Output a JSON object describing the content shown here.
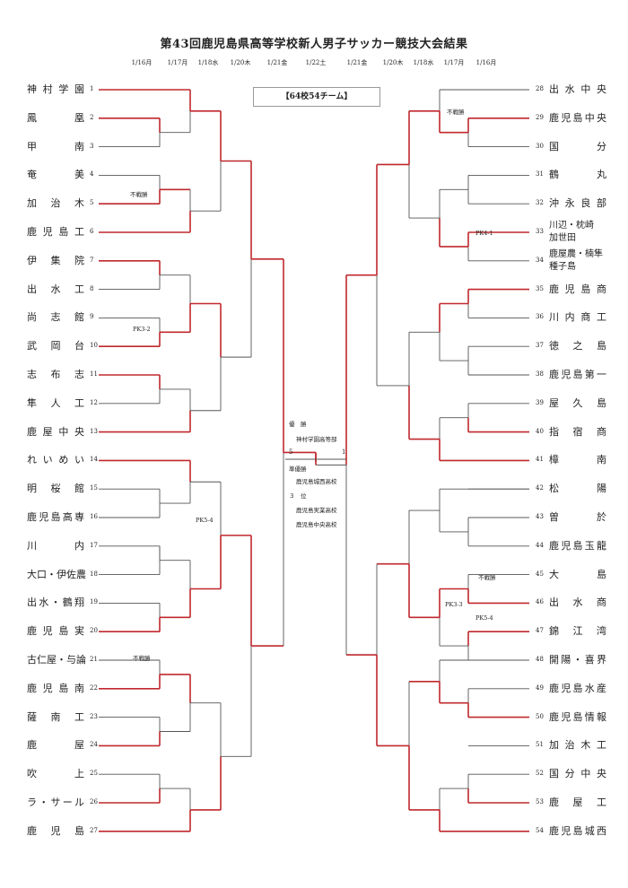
{
  "title": "第43回鹿児島県高等学校新人男子サッカー競技大会結果",
  "subtitle": "【64校54チーム】",
  "dates": [
    "1/16月",
    "1/17月",
    "1/18水",
    "1/20木",
    "1/21金",
    "1/22土",
    "1/21金",
    "1/20木",
    "1/18水",
    "1/17月",
    "1/16月"
  ],
  "left_teams": [
    {
      "seed": "1",
      "name": "神村学園"
    },
    {
      "seed": "2",
      "name": "鳳凰"
    },
    {
      "seed": "3",
      "name": "甲南"
    },
    {
      "seed": "4",
      "name": "奄美"
    },
    {
      "seed": "5",
      "name": "加治木"
    },
    {
      "seed": "6",
      "name": "鹿児島工"
    },
    {
      "seed": "7",
      "name": "伊集院"
    },
    {
      "seed": "8",
      "name": "出水工"
    },
    {
      "seed": "9",
      "name": "尚志館"
    },
    {
      "seed": "10",
      "name": "武岡台"
    },
    {
      "seed": "11",
      "name": "志布志"
    },
    {
      "seed": "12",
      "name": "隼人工"
    },
    {
      "seed": "13",
      "name": "鹿屋中央"
    },
    {
      "seed": "14",
      "name": "れいめい"
    },
    {
      "seed": "15",
      "name": "明桜館"
    },
    {
      "seed": "16",
      "name": "鹿児島高専"
    },
    {
      "seed": "17",
      "name": "川内"
    },
    {
      "seed": "18",
      "name": "大口・伊佐農"
    },
    {
      "seed": "19",
      "name": "出水・鶴翔"
    },
    {
      "seed": "20",
      "name": "鹿児島実"
    },
    {
      "seed": "21",
      "name": "古仁屋・与論"
    },
    {
      "seed": "22",
      "name": "鹿児島南"
    },
    {
      "seed": "23",
      "name": "薩南工"
    },
    {
      "seed": "24",
      "name": "鹿屋"
    },
    {
      "seed": "25",
      "name": "吹上"
    },
    {
      "seed": "26",
      "name": "ラ・サール"
    },
    {
      "seed": "27",
      "name": "鹿児島"
    }
  ],
  "right_teams": [
    {
      "seed": "28",
      "name": "出水中央"
    },
    {
      "seed": "29",
      "name": "鹿児島中央"
    },
    {
      "seed": "30",
      "name": "国分"
    },
    {
      "seed": "31",
      "name": "鶴丸"
    },
    {
      "seed": "32",
      "name": "沖永良部"
    },
    {
      "seed": "33",
      "name": "川辺・枕崎\n加世田"
    },
    {
      "seed": "34",
      "name": "鹿屋農・楠隼\n種子島"
    },
    {
      "seed": "35",
      "name": "鹿児島商"
    },
    {
      "seed": "36",
      "name": "川内商工"
    },
    {
      "seed": "37",
      "name": "徳之島"
    },
    {
      "seed": "38",
      "name": "鹿児島第一"
    },
    {
      "seed": "39",
      "name": "屋久島"
    },
    {
      "seed": "40",
      "name": "指宿商"
    },
    {
      "seed": "41",
      "name": "樟南"
    },
    {
      "seed": "42",
      "name": "松陽"
    },
    {
      "seed": "43",
      "name": "曽於"
    },
    {
      "seed": "44",
      "name": "鹿児島玉龍"
    },
    {
      "seed": "45",
      "name": "大島"
    },
    {
      "seed": "46",
      "name": "出水商"
    },
    {
      "seed": "47",
      "name": "錦江湾"
    },
    {
      "seed": "48",
      "name": "開陽・喜界"
    },
    {
      "seed": "49",
      "name": "鹿児島水産"
    },
    {
      "seed": "50",
      "name": "鹿児島情報"
    },
    {
      "seed": "51",
      "name": "加治木工"
    },
    {
      "seed": "52",
      "name": "国分中央"
    },
    {
      "seed": "53",
      "name": "鹿屋工"
    },
    {
      "seed": "54",
      "name": "鹿児島城西"
    }
  ],
  "notes": {
    "fusen": "不戦勝",
    "pk_3_2": "PK3-2",
    "pk_5_4": "PK5-4",
    "pk_4_1": "PK4-1",
    "pk_3_3": "PK3-3"
  },
  "results": {
    "champion_label": "優　勝",
    "champion": "神村学園高等部",
    "runner_up_label": "準優勝",
    "runner_up": "鹿児島城西高校",
    "third_label": "３　位",
    "third_1": "鹿児島実業高校",
    "third_2": "鹿児島中央高校"
  },
  "final_score": {
    "left": "5",
    "right": "1"
  },
  "colors": {
    "winner_line": "#c0282d",
    "line": "#555555"
  }
}
